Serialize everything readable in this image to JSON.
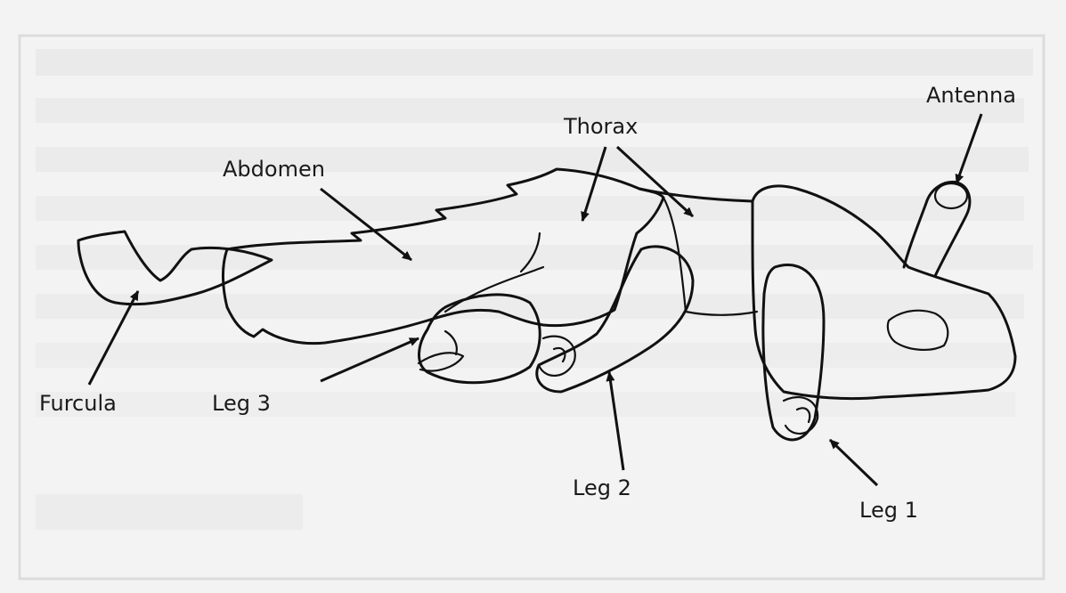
{
  "figure": {
    "labels": {
      "antenna": "Antenna",
      "thorax": "Thorax",
      "abdomen": "Abdomen",
      "furcula": "Furcula",
      "leg3": "Leg 3",
      "leg2": "Leg 2",
      "leg1": "Leg 1"
    }
  },
  "colors": {
    "background": "#f3f3f3",
    "ink": "#111111",
    "bleed_through_text": "#d0d0d0"
  }
}
